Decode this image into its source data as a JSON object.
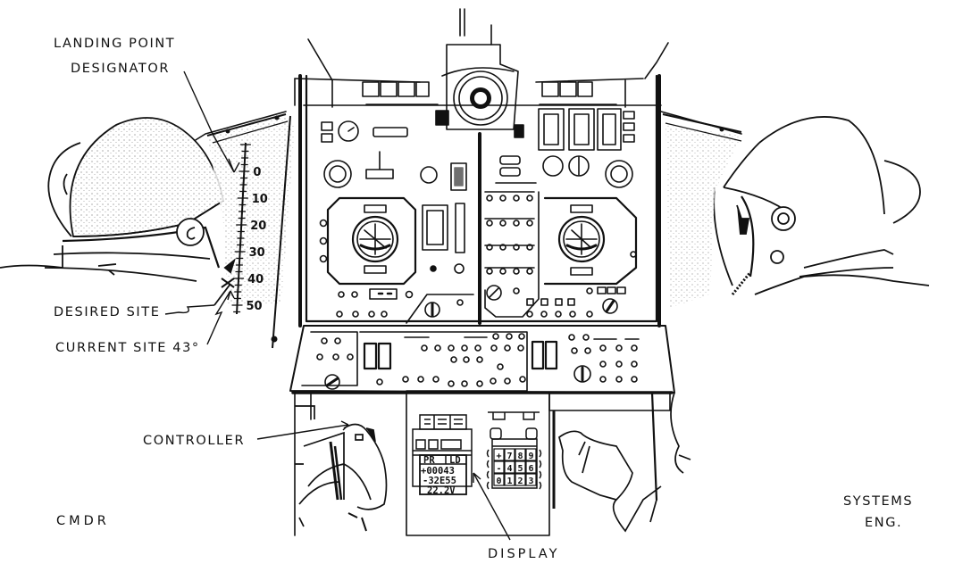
{
  "figure": {
    "labels": {
      "landing_point_designator_line1": "LANDING POINT",
      "landing_point_designator_line2": "DESIGNATOR",
      "desired_site": "DESIRED SITE",
      "current_site": "CURRENT SITE 43°",
      "controller": "CONTROLLER",
      "display": "DISPLAY",
      "cmdr": "CMDR",
      "systems_eng_line1": "SYSTEMS",
      "systems_eng_line2": "ENG."
    },
    "designator_scale": {
      "ticks": [
        "0",
        "10",
        "20",
        "30",
        "40",
        "50"
      ],
      "current_site_deg": 43
    },
    "display_readout": {
      "header_left": "PR",
      "header_right": "LD",
      "row1": "+00043",
      "row2": "-32E55",
      "row3": "22.2V"
    },
    "keypad": {
      "rows": [
        [
          "+",
          "7",
          "8",
          "9"
        ],
        [
          "-",
          "4",
          "5",
          "6"
        ],
        [
          "0",
          "1",
          "2",
          "3"
        ]
      ]
    },
    "colors": {
      "ink": "#111111",
      "paper": "#ffffff",
      "stipple": "#9a9a9a"
    }
  }
}
